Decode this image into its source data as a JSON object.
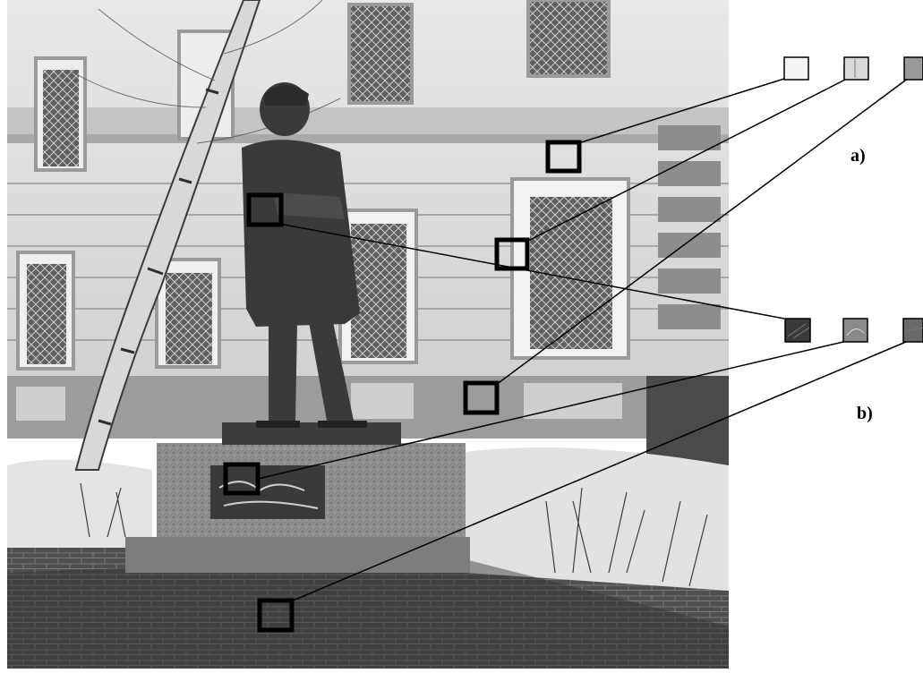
{
  "labels": {
    "a": "a)",
    "b": "b)"
  },
  "colors": {
    "frame": "#000000",
    "background": "#ffffff",
    "wall_light": "#dedede",
    "wall_mid": "#bdbdbd",
    "statue": "#3c3c3c",
    "pavement": "#5a5a5a",
    "snow": "#e6e6e6"
  },
  "sample_groups": [
    {
      "label": "a)",
      "swatch_fills": [
        "#f4f4f4",
        "#d9d9d9",
        "#9a9a9a"
      ]
    },
    {
      "label": "b)",
      "swatch_fills": [
        "#3a3a3a",
        "#8a8a8a",
        "#6a6a6a"
      ]
    }
  ]
}
